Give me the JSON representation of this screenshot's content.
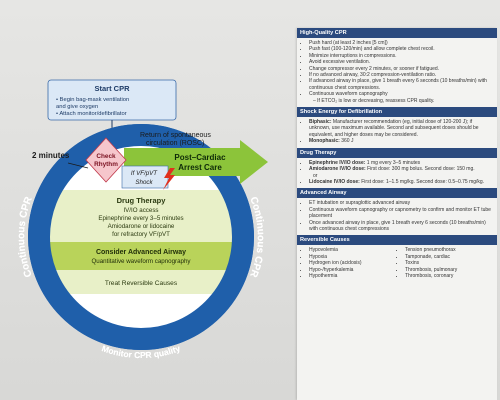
{
  "diagram": {
    "start_cpr": {
      "title": "Start CPR",
      "lines": [
        "• Begin bag-mask ventilation",
        "  and give oxygen",
        "• Attach monitor/defibrillator"
      ]
    },
    "two_minutes": "2 minutes",
    "rosc": [
      "Return of spontaneous",
      "circulation (ROSC)"
    ],
    "check_rhythm": [
      "Check",
      "Rhythm"
    ],
    "post_arrest": [
      "Post–Cardiac",
      "Arrest Care"
    ],
    "shock": [
      "If VF/pVT",
      "Shock"
    ],
    "drug_therapy": {
      "title": "Drug Therapy",
      "lines": [
        "IV/IO access",
        "Epinephrine every 3–5 minutes",
        "Amiodarone or lidocaine",
        "for refractory VF/pVT"
      ]
    },
    "airway": {
      "title": "Consider Advanced Airway",
      "line": "Quantitative waveform capnography"
    },
    "reversible": "Treat Reversible Causes",
    "ring_left": "Continuous CPR",
    "ring_right": "Continuous CPR",
    "ring_bottom": "Monitor CPR quality"
  },
  "sheet": {
    "cpr_quality": {
      "title": "High-Quality CPR",
      "items": [
        "Push hard (at least 2 inches [5 cm])",
        "Push fast (100-120/min) and allow complete chest recoil.",
        "Minimize interruptions in compressions.",
        "Avoid excessive ventilation.",
        "Change compressor every 2 minutes, or sooner if fatigued.",
        "If no advanced airway, 30:2 compression-ventilation ratio.",
        "If advanced airway in place, give 1 breath every 6 seconds (10 breaths/min) with continuous chest compressions.",
        "Continuous waveform capnography"
      ],
      "sub": "– If ETCO₂ is low or decreasing, reassess CPR quality."
    },
    "shock_energy": {
      "title": "Shock Energy for Defibrillation",
      "biphasic_label": "Biphasic:",
      "biphasic_text": "Manufacturer recommendation (eg, initial dose of 120-200 J); if unknown, use maximum available. Second and subsequent doses should be equivalent, and higher doses may be considered.",
      "monophasic_label": "Monophasic:",
      "monophasic_text": "360 J"
    },
    "drug_therapy": {
      "title": "Drug Therapy",
      "epi_label": "Epinephrine IV/IO dose:",
      "epi_text": "1 mg every 3–5 minutes",
      "amio_label": "Amiodarone IV/IO dose:",
      "amio_text": "First dose: 300 mg bolus. Second dose: 150 mg.",
      "or": "or",
      "lido_label": "Lidocaine IV/IO dose:",
      "lido_text": "First dose: 1–1.5 mg/kg. Second dose: 0.5–0.75 mg/kg."
    },
    "advanced_airway": {
      "title": "Advanced Airway",
      "items": [
        "ET intubation or supraglottic advanced airway",
        "Continuous waveform capnography or capnometry to confirm and monitor ET tube placement",
        "Once advanced airway in place, give 1 breath every 6 seconds (10 breaths/min) with continuous chest compressions"
      ]
    },
    "reversible_causes": {
      "title": "Reversible Causes",
      "left": [
        "Hypovolemia",
        "Hypoxia",
        "Hydrogen ion (acidosis)",
        "Hypo-/hyperkalemia",
        "Hypothermia"
      ],
      "right": [
        "Tension pneumothorax",
        "Tamponade, cardiac",
        "Toxins",
        "Thrombosis, pulmonary",
        "Thrombosis, coronary"
      ]
    }
  }
}
